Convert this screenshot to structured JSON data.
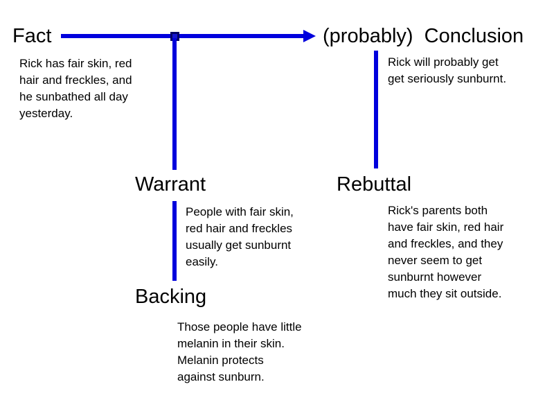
{
  "diagram_type": "toulmin-argument-diagram",
  "colors": {
    "connector_blue": "#0000dd",
    "junction_fill": "#1515ce",
    "junction_border": "#000066",
    "text": "#000000",
    "background": "#ffffff"
  },
  "nodes": {
    "fact": {
      "label": "Fact",
      "body": "Rick has fair skin, red\nhair and freckles, and\nhe sunbathed all day\nyesterday."
    },
    "conclusion": {
      "label": "(probably)  Conclusion",
      "body": "Rick will probably get\nget seriously sunburnt."
    },
    "warrant": {
      "label": "Warrant",
      "body": "People with fair skin,\nred hair and freckles\nusually get sunburnt\neasily."
    },
    "backing": {
      "label": "Backing",
      "body": "Those people have little\nmelanin in their skin.\nMelanin protects\nagainst sunburn."
    },
    "rebuttal": {
      "label": "Rebuttal",
      "body": "Rick's parents both\nhave fair skin, red hair\nand freckles, and they\nnever seem to get\nsunburnt however\nmuch they sit outside."
    }
  },
  "connectors": [
    {
      "name": "fact-to-conclusion-arrow",
      "type": "arrow",
      "from": "Fact",
      "to": "(probably) Conclusion"
    },
    {
      "name": "junction-to-warrant-line",
      "type": "line",
      "from": "fact-conclusion arrow",
      "to": "Warrant"
    },
    {
      "name": "warrant-to-backing-line",
      "type": "line",
      "from": "Warrant",
      "to": "Backing"
    },
    {
      "name": "conclusion-to-rebuttal-line",
      "type": "line",
      "from": "(probably) Conclusion",
      "to": "Rebuttal"
    }
  ]
}
